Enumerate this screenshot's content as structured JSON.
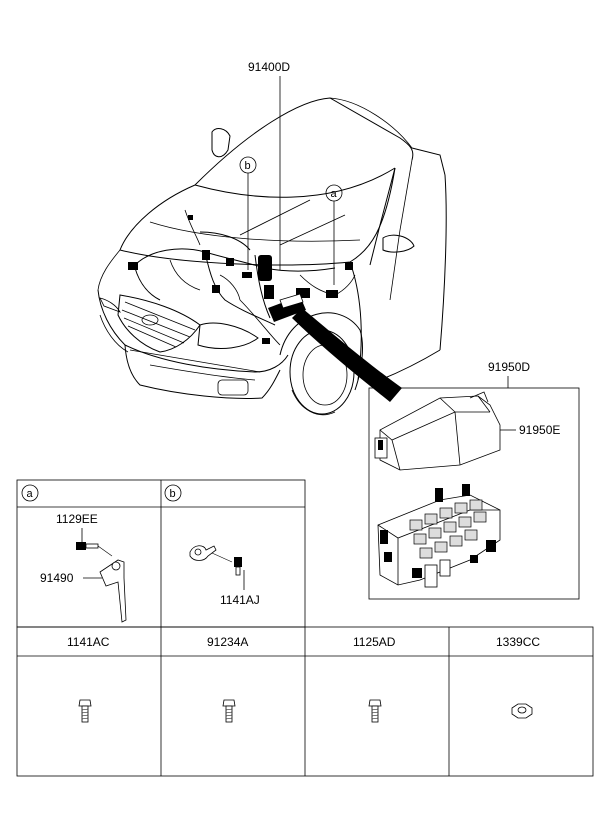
{
  "callouts": {
    "harness": "91400D",
    "fuse_box": "91950D",
    "fuse_cover": "91950E"
  },
  "markers": {
    "a": "a",
    "b": "b"
  },
  "detail_a": {
    "header": "a",
    "bolt_label": "1129EE",
    "bracket_label": "91490"
  },
  "detail_b": {
    "header": "b",
    "bolt_label": "1141AJ"
  },
  "parts": [
    {
      "code": "1141AC"
    },
    {
      "code": "91234A"
    },
    {
      "code": "1125AD"
    },
    {
      "code": "1339CC"
    }
  ]
}
